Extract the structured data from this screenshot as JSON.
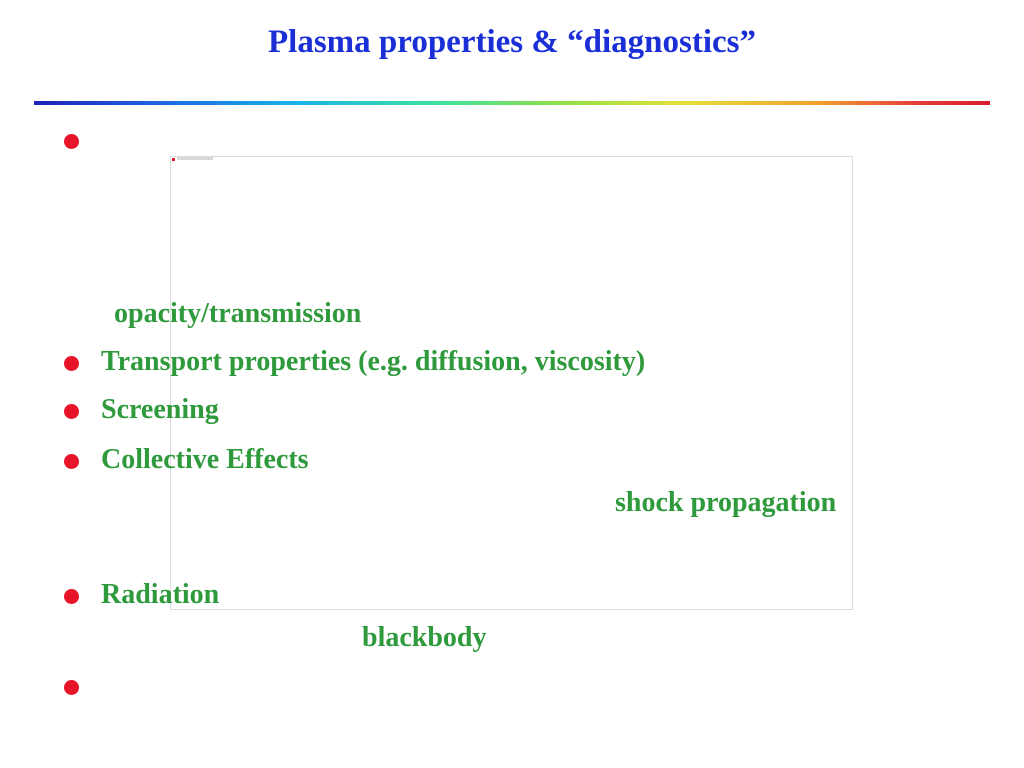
{
  "title": "Plasma properties & “diagnostics”",
  "colors": {
    "title": "#1a2fd6",
    "body_text": "#2e9a3c",
    "bullet": "#e8142a"
  },
  "items": [
    {
      "text": ""
    },
    {
      "text": "opacity/transmission"
    },
    {
      "text": "Transport properties (e.g. diffusion, viscosity)"
    },
    {
      "text": "Screening"
    },
    {
      "text": "Collective Effects"
    },
    {
      "text": "shock propagation"
    },
    {
      "text": "Radiation"
    },
    {
      "text": "blackbody"
    },
    {
      "text": ""
    }
  ]
}
